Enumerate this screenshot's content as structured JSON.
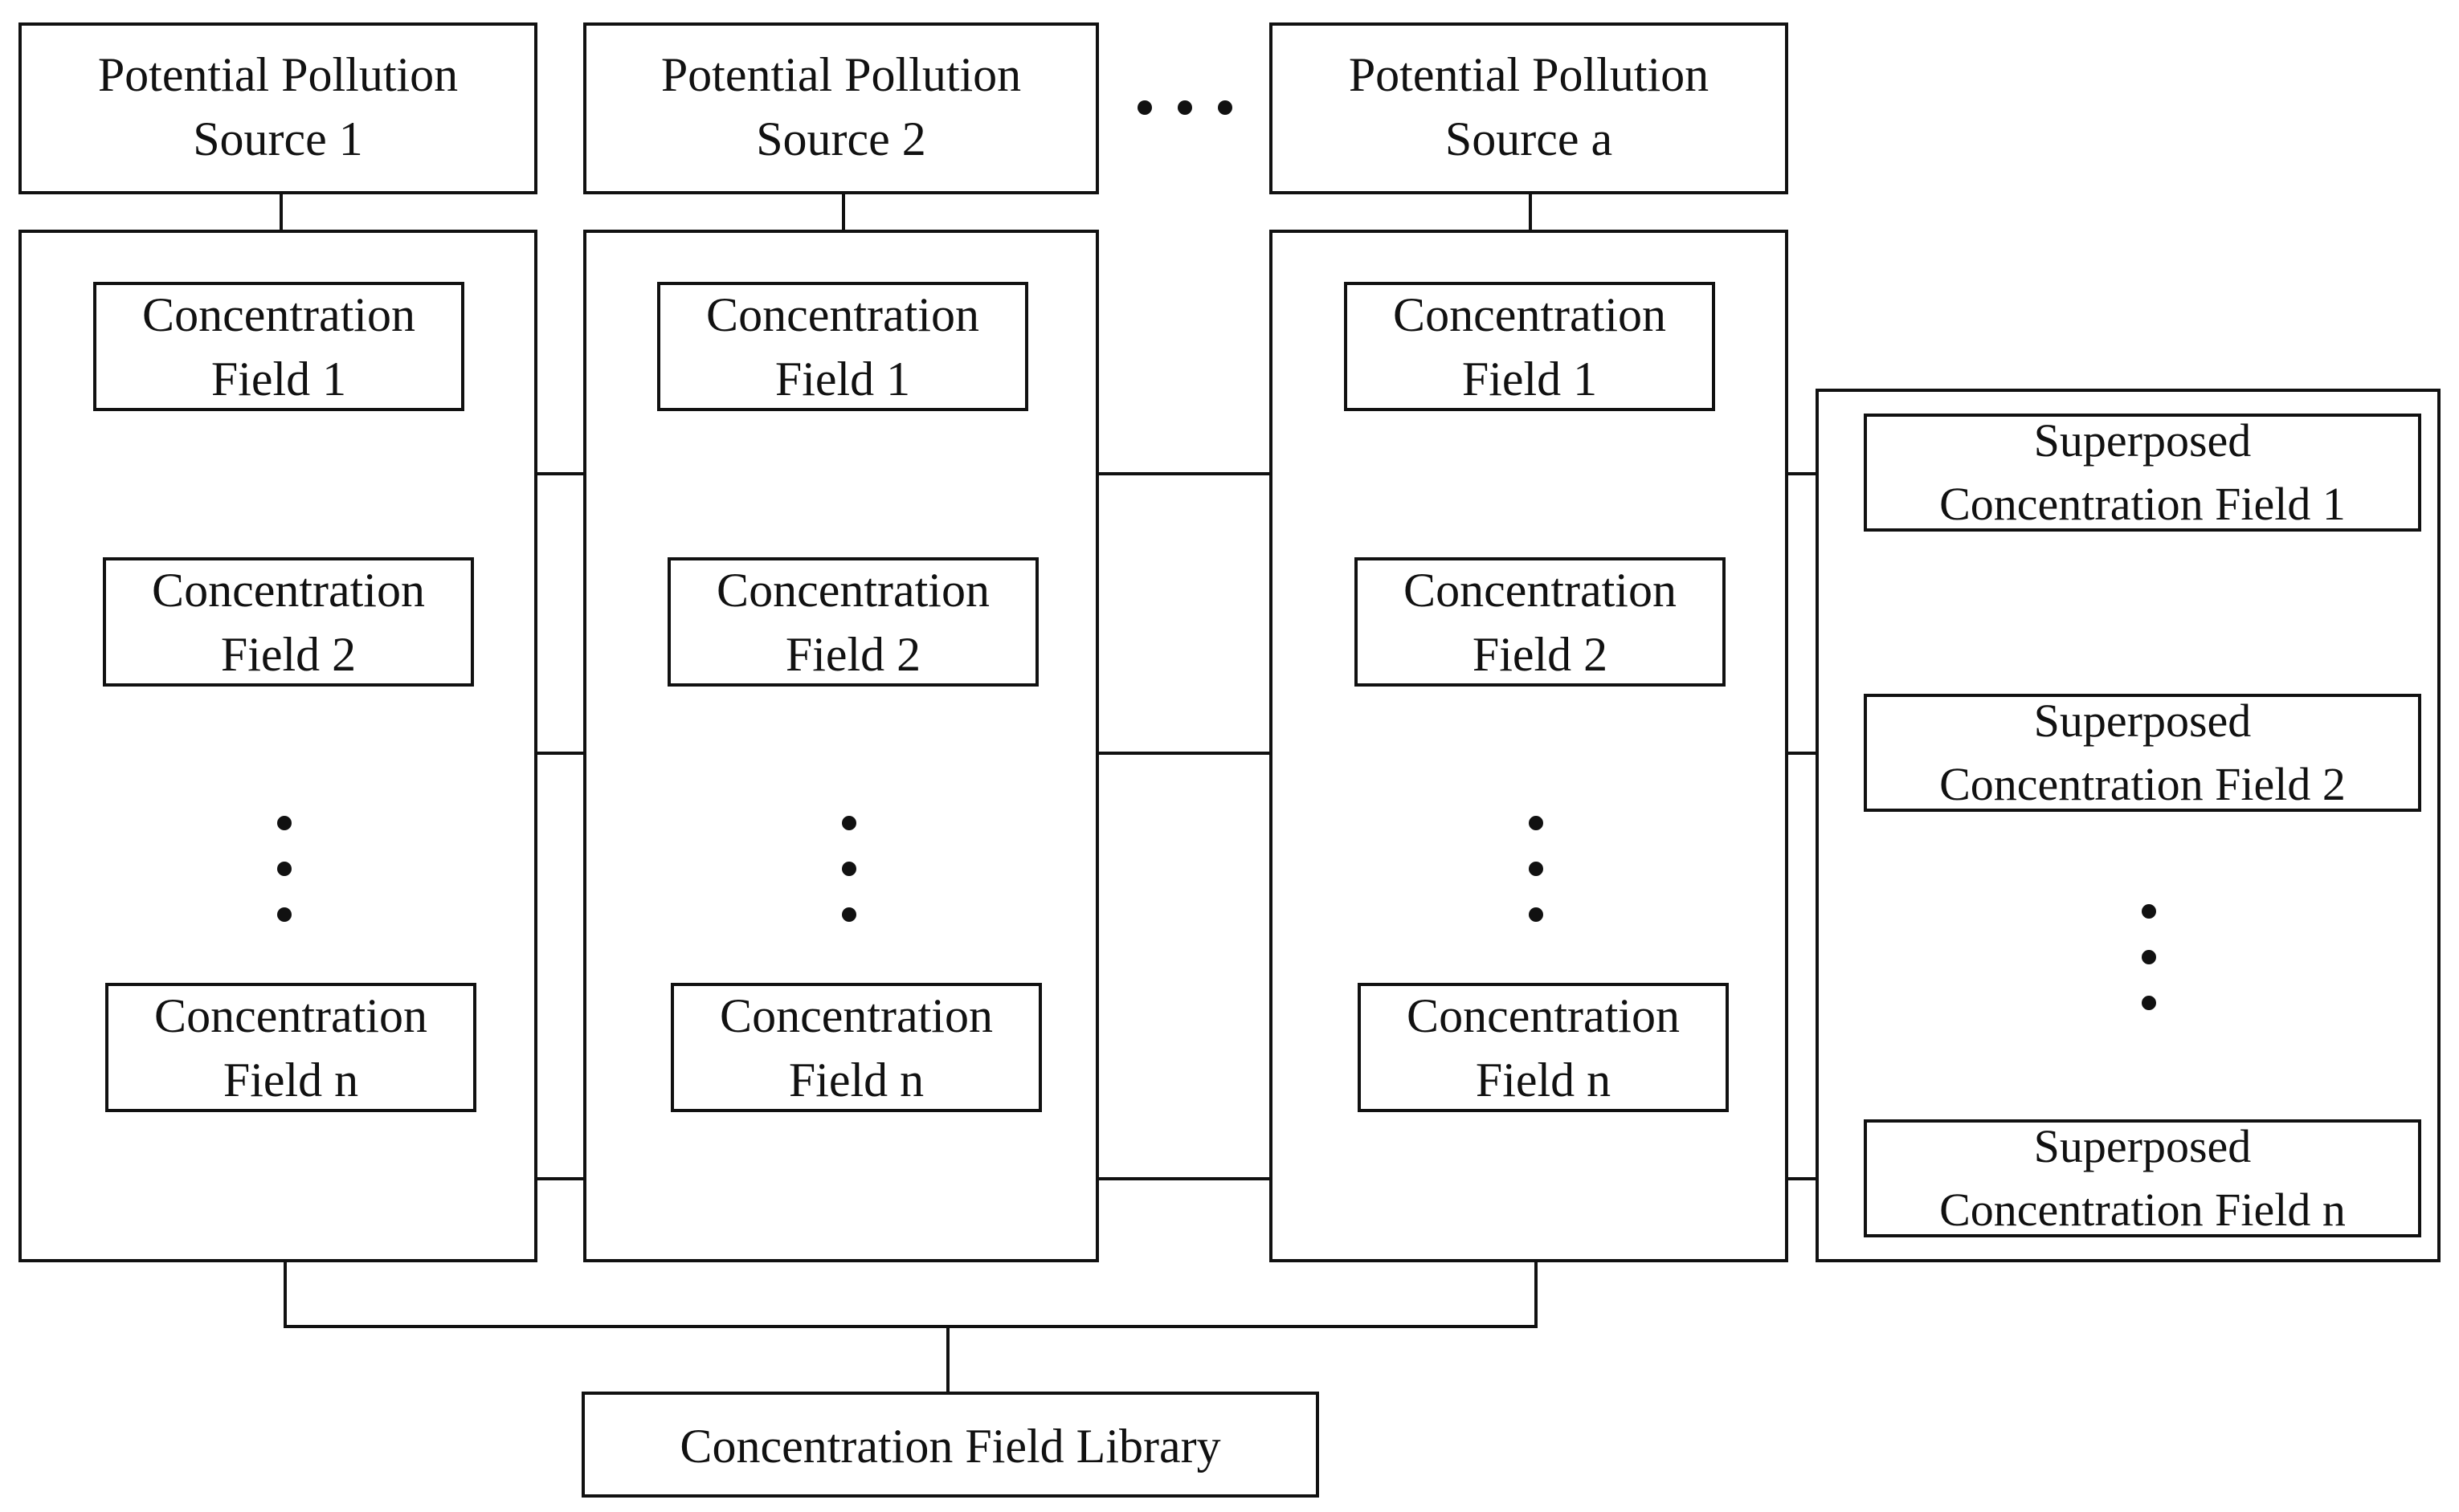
{
  "sources": [
    {
      "title": [
        "Potential Pollution",
        "Source 1"
      ],
      "fields": [
        [
          "Concentration",
          "Field 1"
        ],
        [
          "Concentration",
          "Field 2"
        ],
        [
          "Concentration",
          "Field n"
        ]
      ]
    },
    {
      "title": [
        "Potential Pollution",
        "Source 2"
      ],
      "fields": [
        [
          "Concentration",
          "Field 1"
        ],
        [
          "Concentration",
          "Field 2"
        ],
        [
          "Concentration",
          "Field n"
        ]
      ]
    },
    {
      "title": [
        "Potential Pollution",
        "Source a"
      ],
      "fields": [
        [
          "Concentration",
          "Field 1"
        ],
        [
          "Concentration",
          "Field 2"
        ],
        [
          "Concentration",
          "Field n"
        ]
      ]
    }
  ],
  "superposed": [
    [
      "Superposed",
      "Concentration Field 1"
    ],
    [
      "Superposed",
      "Concentration Field 2"
    ],
    [
      "Superposed",
      "Concentration Field n"
    ]
  ],
  "library": "Concentration Field Library",
  "colors": {
    "ink": "#111111",
    "background": "#ffffff"
  }
}
